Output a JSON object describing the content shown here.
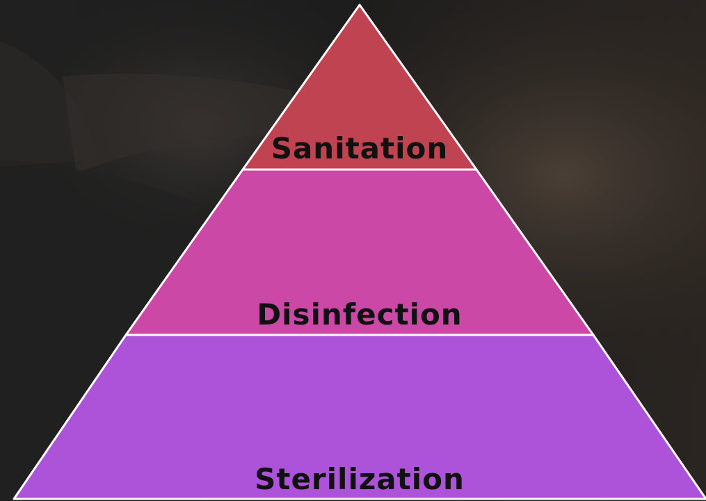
{
  "colors": {
    "background": "#1c1c1c",
    "outline": "#ffffff",
    "label_text": "#111111"
  },
  "pyramid": {
    "tiers": [
      {
        "label": "Sanitation",
        "color": "#bf4350"
      },
      {
        "label": "Disinfection",
        "color": "#cc48a6"
      },
      {
        "label": "Sterilization",
        "color": "#ad53d9"
      }
    ]
  }
}
